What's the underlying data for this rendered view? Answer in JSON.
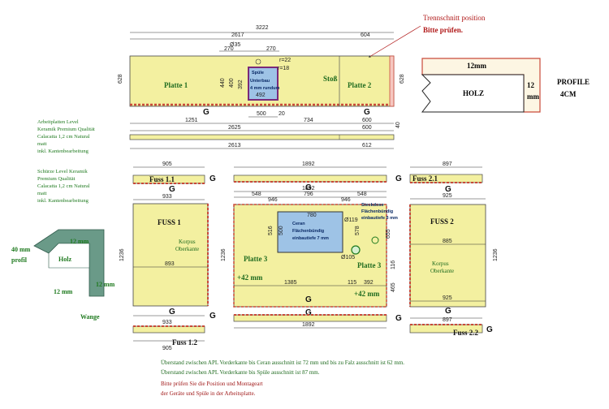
{
  "header": {
    "trennschnitt": "Trennschnitt position",
    "bitte": "Bitte prüfen."
  },
  "top": {
    "total": "3222",
    "d2617": "2617",
    "d604": "604",
    "d35": "Ø35",
    "d270a": "270",
    "d270b": "270",
    "r22": "r=22",
    "r18": "r=18",
    "d628a": "628",
    "d628b": "628",
    "d440": "440",
    "d400": "400",
    "d392": "392",
    "d492": "492",
    "d500": "500",
    "d20": "20",
    "d1251": "1251",
    "d734": "734",
    "d600a": "600",
    "d2625": "2625",
    "d600b": "600",
    "d2613": "2613",
    "d612": "612",
    "d40": "40",
    "platte1": "Platte 1",
    "platte2": "Platte 2",
    "stoss": "Stoß",
    "spuele": "Spüle",
    "unterbau": "Unterbau",
    "radius": "4 mm rundum"
  },
  "profile": {
    "mm12top": "12mm",
    "holz": "HOLZ",
    "mm12side": "12",
    "mm": "mm",
    "profile": "PROFILE",
    "cm4": "4CM"
  },
  "notes_left": {
    "arbeits": [
      "Arbeitplatten Level",
      "Keramik Premium Qualität",
      "Calacatta 1,2 cm Natural",
      "matt",
      "inkl. Kantenbearbeitung"
    ],
    "schuerze": [
      "Schürze Level Keramik",
      "Premium Qualität",
      "Calacatta 1,2 cm Natural",
      "matt",
      "inkl. Kantenbearbeitung"
    ]
  },
  "wange": {
    "mm40": "40 mm",
    "profil": "profil",
    "mm12a": "12 mm",
    "holz": "Holz",
    "mm12b": "12 mm",
    "mm12c": "12 mm",
    "wange": "Wange"
  },
  "fuss1": {
    "d905top": "905",
    "label11": "Fuss 1.1",
    "d933top": "933",
    "title": "FUSS  1",
    "korpus": "Korpus",
    "oberkante": "Oberkante",
    "d893": "893",
    "d1236": "1236",
    "d933bot": "933",
    "label12": "Fuss 1.2",
    "d905bot": "905"
  },
  "middle": {
    "d1892top": "1892",
    "d1892b": "1892",
    "d548a": "548",
    "d796": "796",
    "d548b": "548",
    "d946a": "946",
    "d946b": "946",
    "d780": "780",
    "d516": "516",
    "d500": "500",
    "ceran": "Ceran",
    "flach": "Flächenbündig",
    "einbau": "einbautiefe 7 mm",
    "d119": "Ø119",
    "steckdose": "Steckdose",
    "flach2": "Flächenbündig",
    "einbau2": "einbautiefe 3 mm",
    "d578": "578",
    "d655": "655",
    "d105": "Ø105",
    "platte3a": "Platte 3",
    "platte3b": "Platte 3",
    "plus42a": "+42 mm",
    "plus42b": "+42 mm",
    "d1385": "1385",
    "d115": "115",
    "d392": "392",
    "d1236": "1236",
    "d465": "465",
    "d116": "116",
    "d1892bot": "1892"
  },
  "fuss2": {
    "d897top": "897",
    "label21": "Fuss 2.1",
    "d925top": "925",
    "title": "FUSS  2",
    "d885": "885",
    "korpus": "Korpus",
    "oberkante": "Oberkante",
    "d1236": "1236",
    "d925bot": "925",
    "label22": "Fuss 2.2",
    "d897bot": "897"
  },
  "bottom_notes": {
    "line1": "Überstand zwischen APL Vorderkante bis Ceran ausschnitt ist 72 mm und bis zu Falz ausschnitt ist 62 mm.",
    "line2": "Überstand zwischen APL Vorderkante bis Spüle ausschnitt ist 87 mm.",
    "line3": "Bitte prüfen Sie die Position und Montageart",
    "line4": "der Geräte und Spüle in der Arbeitsplatte."
  },
  "g": "G",
  "colors": {
    "slab": "#f3f0a0",
    "edge": "#c94a3a",
    "sink": "#9ec3e6",
    "green": "#1f7a1f",
    "red": "#b01818"
  }
}
